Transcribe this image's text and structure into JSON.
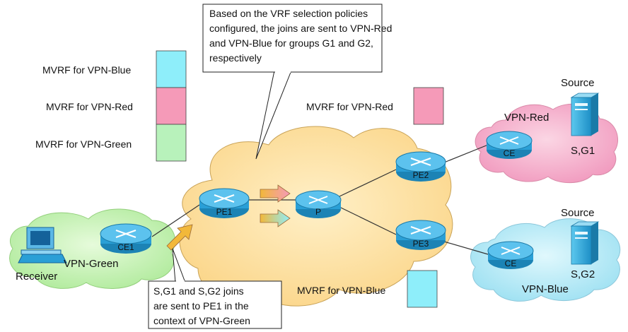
{
  "legend": {
    "blue_label": "MVRF for VPN-Blue",
    "red_label": "MVRF for VPN-Red",
    "green_label": "MVRF for VPN-Green"
  },
  "callouts": {
    "top": [
      "Based on the VRF selection policies",
      "configured, the joins are sent to VPN-Red",
      "and VPN-Blue for groups G1 and G2,",
      "respectively"
    ],
    "bottom": [
      "S,G1 and S,G2 joins",
      "are sent to PE1 in the",
      "context of VPN-Green"
    ]
  },
  "labels": {
    "mvrf_red": "MVRF for VPN-Red",
    "mvrf_blue": "MVRF for VPN-Blue",
    "vpn_red": "VPN-Red",
    "vpn_blue": "VPN-Blue",
    "vpn_green": "VPN-Green",
    "receiver": "Receiver",
    "source_top": "Source",
    "source_bottom": "Source",
    "sg1": "S,G1",
    "sg2": "S,G2"
  },
  "routers": {
    "pe1": "PE1",
    "p": "P",
    "pe2": "PE2",
    "pe3": "PE3",
    "ce1": "CE1",
    "ce_red": "CE",
    "ce_blue": "CE"
  },
  "colors": {
    "blue": "#8eeefa",
    "red": "#f59ab8",
    "green": "#b8f2bb",
    "core_cloud": "#fde0a0",
    "red_cloud": "#f6b6d0",
    "blue_cloud": "#b9ecf7",
    "green_cloud": "#c9f2b8",
    "router": "#2a9fd6",
    "arrow_gold": "#f2b83a"
  }
}
